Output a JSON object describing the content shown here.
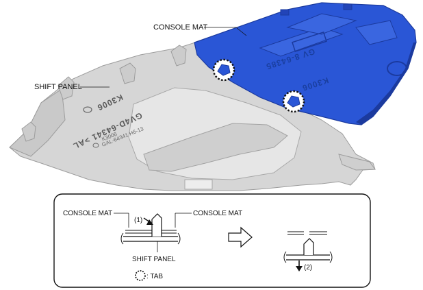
{
  "labels": {
    "console_mat_top": "CONSOLE MAT",
    "shift_panel_top": "SHIFT PANEL",
    "detail_console_mat_left": "CONSOLE MAT",
    "detail_console_mat_right": "CONSOLE MAT",
    "detail_shift_panel": "SHIFT PANEL",
    "step_1": "(1)",
    "step_2": "(2)",
    "tab_legend": ": TAB"
  },
  "engravings": {
    "panel_code_1": "K3006",
    "panel_code_2": "GV4D-64341 >AL",
    "panel_code_3": "K3006",
    "panel_code_4": "GAL-64341 H6-13",
    "mat_code_1": "K3006",
    "mat_code_2": "GV 8-64385"
  },
  "colors": {
    "mat_blue": "#2a56d6",
    "mat_blue_dark": "#1b3a9e",
    "panel_gray": "#d9d9d9",
    "panel_gray_dark": "#a8a8a8",
    "outline": "#1a1a1a"
  }
}
